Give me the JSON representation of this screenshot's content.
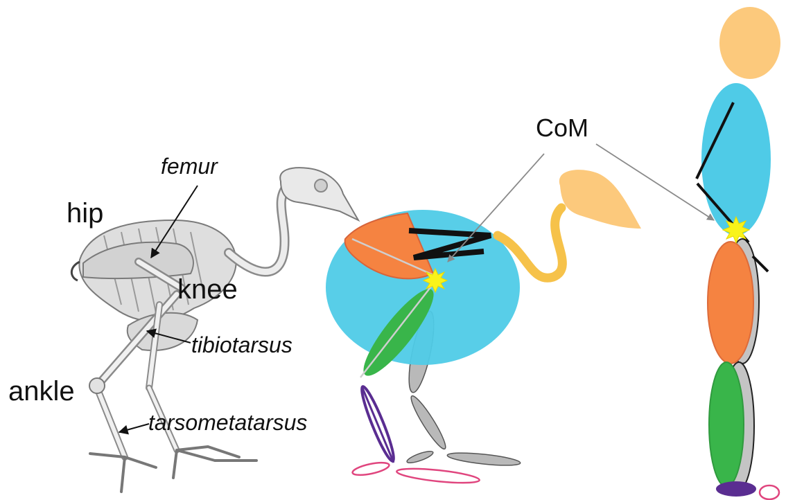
{
  "labels": {
    "hip": "hip",
    "knee": "knee",
    "ankle": "ankle",
    "femur": "femur",
    "tibiotarsus": "tibiotarsus",
    "tarsometatarsus": "tarsometatarsus",
    "com": "CoM"
  },
  "colors": {
    "body": "#4fcbe7",
    "head_neck": "#fcc97c",
    "neck_stroke": "#f6c24a",
    "thigh": "#f58341",
    "shank": "#39b54a",
    "hindlimb": "#b9b9b9",
    "tarsometatarsus": "#5a2d91",
    "foot": "#e0457e",
    "com_star": "#f9f31a",
    "bone": "#e4e4e4"
  }
}
